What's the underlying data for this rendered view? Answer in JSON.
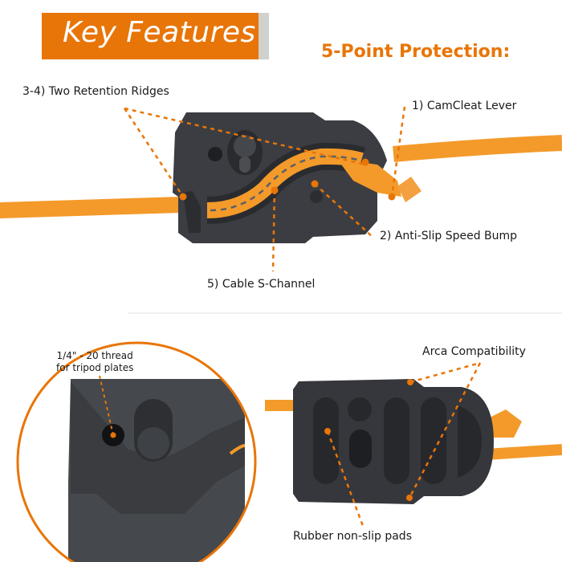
{
  "header": {
    "title": "Key Features",
    "subtitle": "5-Point Protection:"
  },
  "colors": {
    "accent": "#e87507",
    "cable": "#f39a2a",
    "device": "#3b3d42",
    "banner_shadow": "#d0d0cc"
  },
  "top_section": {
    "image": "camcleat-device-with-cable",
    "callouts": [
      {
        "id": "1",
        "label": "1)  CamCleat Lever"
      },
      {
        "id": "2",
        "label": "2)  Anti-Slip Speed Bump"
      },
      {
        "id": "3-4",
        "label": "3-4)  Two Retention Ridges"
      },
      {
        "id": "5",
        "label": "5)  Cable S-Channel"
      }
    ]
  },
  "bottom_section": {
    "zoom_circle": {
      "image": "thread-closeup",
      "callout_line1": "1/4\" - 20 thread",
      "callout_line2": "for tripod plates"
    },
    "back_view": {
      "image": "device-back-plate",
      "callouts": [
        {
          "label": "Arca Compatibility"
        },
        {
          "label": "Rubber non-slip pads"
        }
      ]
    }
  }
}
